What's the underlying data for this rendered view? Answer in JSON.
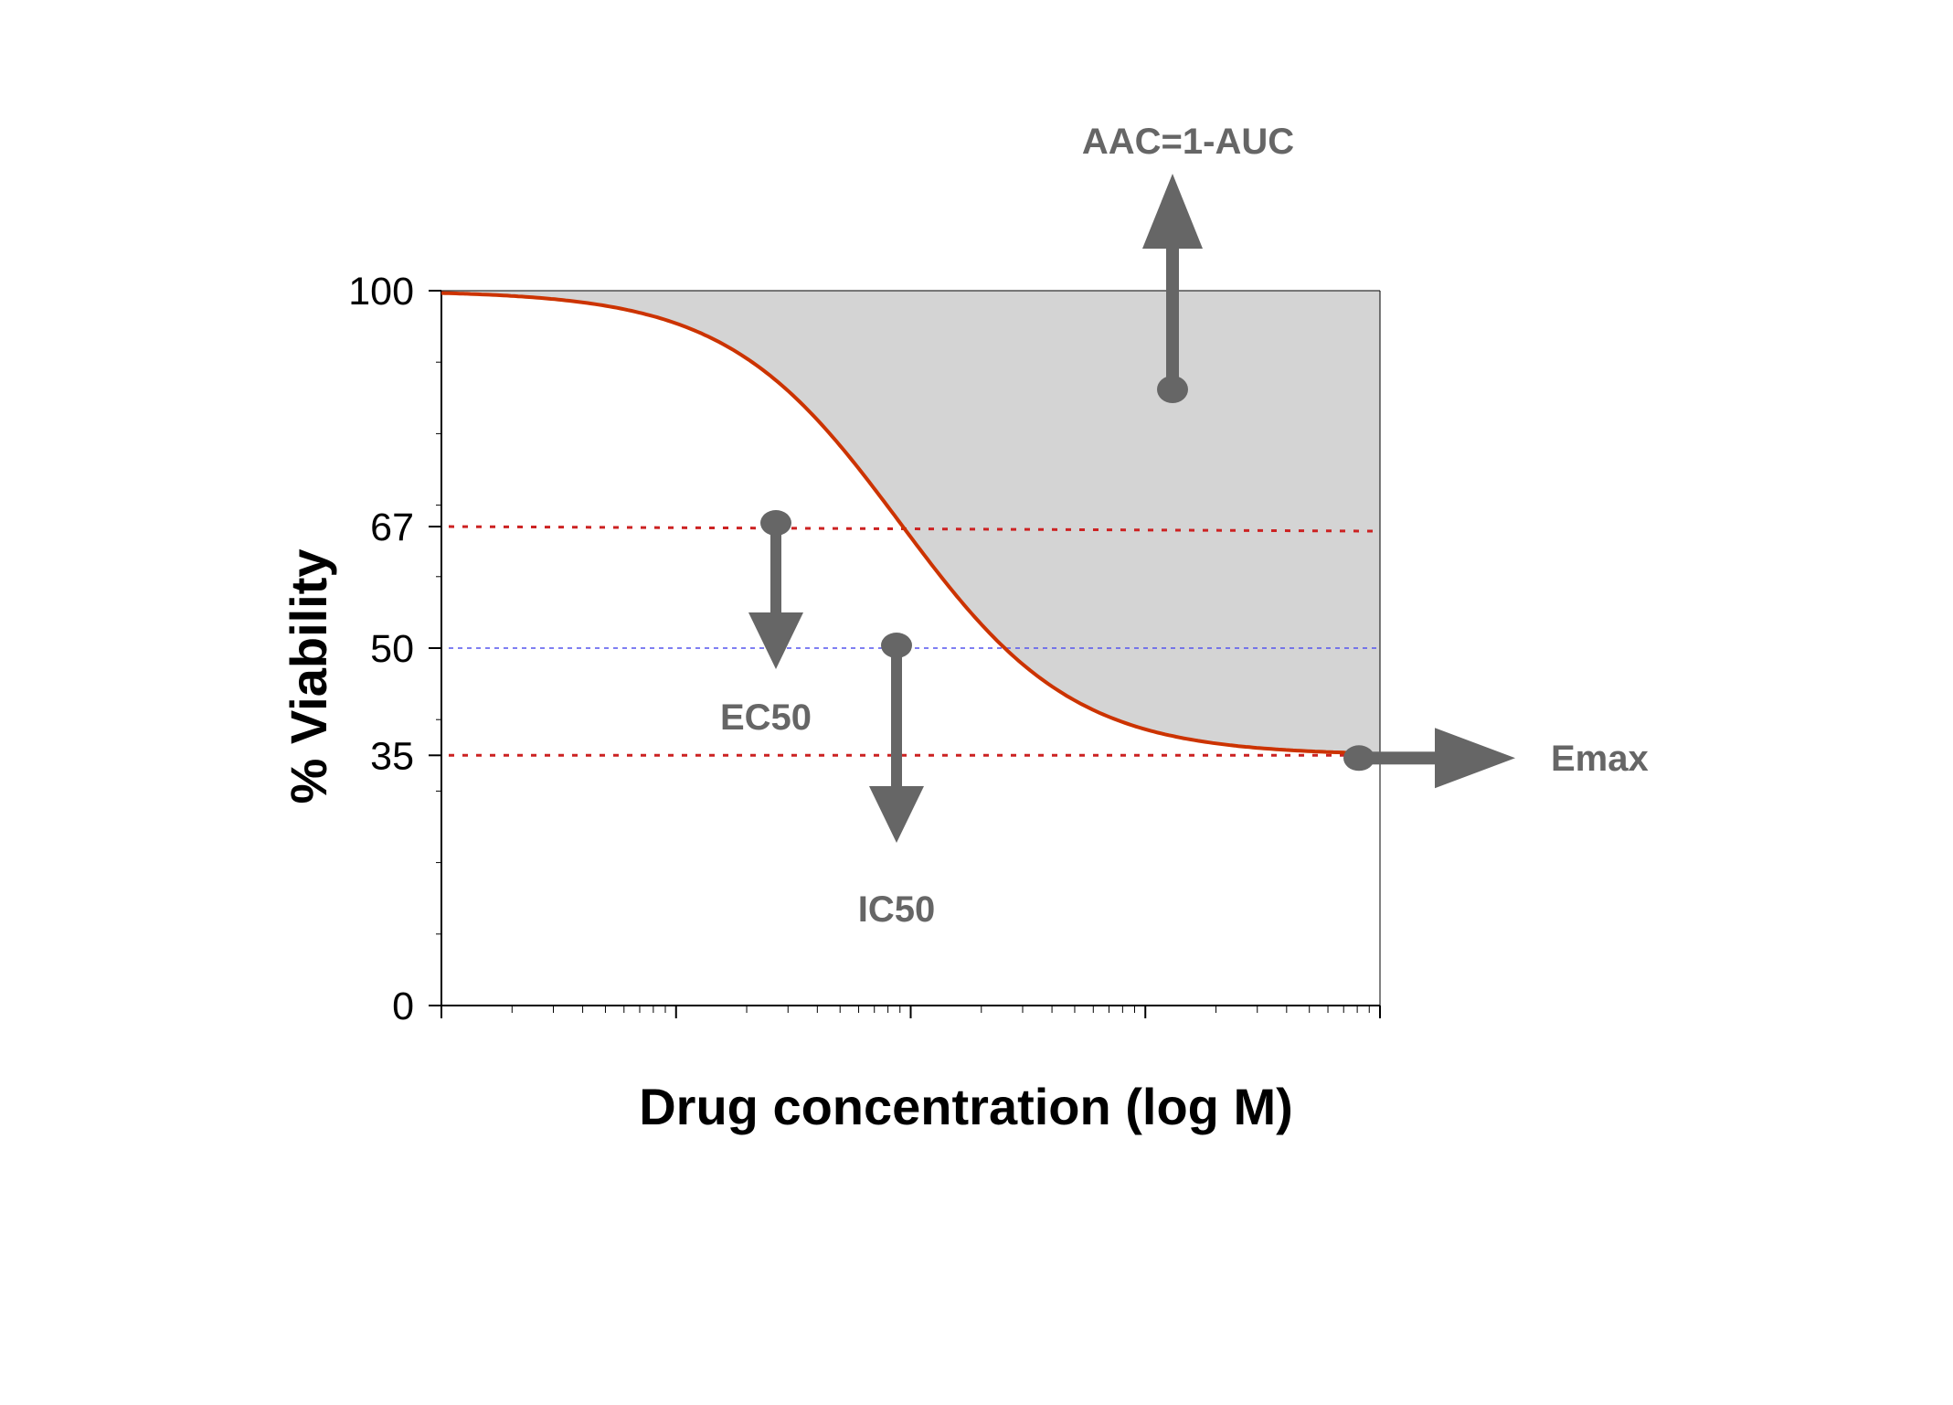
{
  "chart_data": {
    "type": "line",
    "xlabel": "Drug concentration (log M)",
    "ylabel": "% Viability",
    "ylim": [
      0,
      100
    ],
    "x_scale": "log",
    "y_ticks": [
      {
        "value": 100,
        "label": "100"
      },
      {
        "value": 67,
        "label": "67"
      },
      {
        "value": 50,
        "label": "50"
      },
      {
        "value": 35,
        "label": "35"
      },
      {
        "value": 0,
        "label": "0"
      }
    ],
    "curve": {
      "type": "sigmoid-dose-response",
      "top": 100,
      "bottom": 35,
      "color": "#cc3300"
    },
    "reference_lines": [
      {
        "name": "67",
        "y": 67,
        "color": "#cc2222",
        "style": "dotted"
      },
      {
        "name": "50",
        "y": 50,
        "color": "#5555ee",
        "style": "dashed"
      },
      {
        "name": "35",
        "y": 35,
        "color": "#cc2222",
        "style": "dotted"
      }
    ],
    "shaded_area_color": "#d4d4d4",
    "annotations": [
      {
        "label": "AAC=1-AUC",
        "direction": "up"
      },
      {
        "label": "EC50",
        "direction": "down",
        "y": 67
      },
      {
        "label": "IC50",
        "direction": "down",
        "y": 50
      },
      {
        "label": "Emax",
        "direction": "right",
        "y": 35
      }
    ],
    "annotation_color": "#666666"
  }
}
